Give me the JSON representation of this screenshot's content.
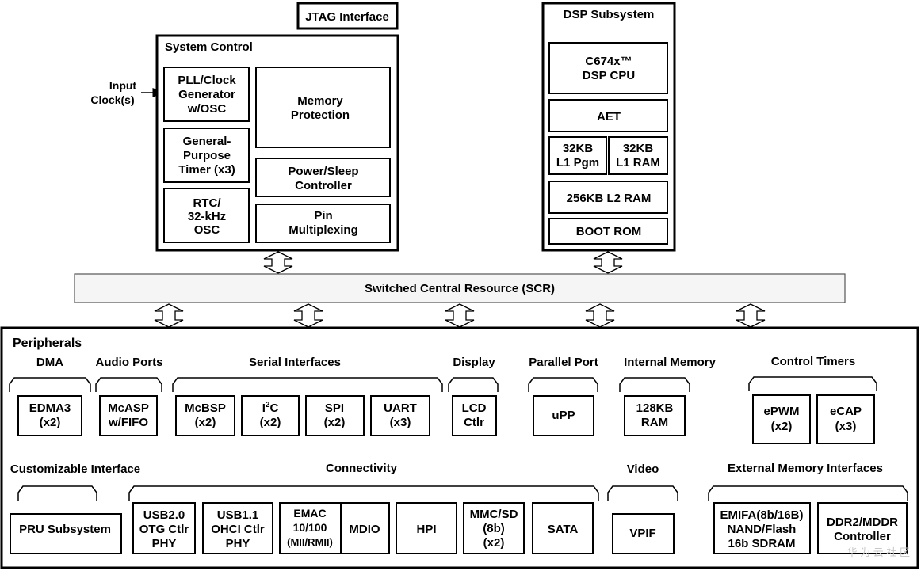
{
  "jtag": "JTAG Interface",
  "input_clock": [
    "Input",
    "Clock(s)"
  ],
  "system_control": {
    "title": "System Control",
    "pll": [
      "PLL/Clock",
      "Generator",
      "w/OSC"
    ],
    "gp_timer": [
      "General-",
      "Purpose",
      "Timer (x3)"
    ],
    "rtc": [
      "RTC/",
      "32-kHz",
      "OSC"
    ],
    "memory_protection": [
      "Memory",
      "Protection"
    ],
    "power_sleep": [
      "Power/Sleep",
      "Controller"
    ],
    "pin_mux": [
      "Pin",
      "Multiplexing"
    ]
  },
  "dsp": {
    "title": "DSP Subsystem",
    "cpu": [
      "C674x™",
      "DSP CPU"
    ],
    "aet": "AET",
    "l1_pgm": [
      "32KB",
      "L1 Pgm"
    ],
    "l1_ram": [
      "32KB",
      "L1 RAM"
    ],
    "l2_ram": "256KB L2 RAM",
    "boot_rom": "BOOT ROM"
  },
  "scr": "Switched Central Resource (SCR)",
  "peripherals": {
    "title": "Peripherals",
    "dma": {
      "label": "DMA",
      "edma": [
        "EDMA3",
        "(x2)"
      ]
    },
    "audio": {
      "label": "Audio Ports",
      "mcasp": [
        "McASP",
        "w/FIFO"
      ]
    },
    "serial": {
      "label": "Serial Interfaces",
      "mcbsp": [
        "McBSP",
        "(x2)"
      ],
      "i2c": {
        "base": "I",
        "sup": "2",
        "rest": "C",
        "count": "(x2)"
      },
      "spi": [
        "SPI",
        "(x2)"
      ],
      "uart": [
        "UART",
        "(x3)"
      ]
    },
    "display": {
      "label": "Display",
      "lcd": [
        "LCD",
        "Ctlr"
      ]
    },
    "parallel": {
      "label": "Parallel Port",
      "upp": "uPP"
    },
    "internal_memory": {
      "label": "Internal Memory",
      "ram": [
        "128KB",
        "RAM"
      ]
    },
    "control_timers": {
      "label": "Control Timers",
      "epwm": [
        "ePWM",
        "(x2)"
      ],
      "ecap": [
        "eCAP",
        "(x3)"
      ]
    },
    "customizable": {
      "label": "Customizable Interface",
      "pru": "PRU Subsystem"
    },
    "connectivity": {
      "label": "Connectivity",
      "usb20": [
        "USB2.0",
        "OTG Ctlr",
        "PHY"
      ],
      "usb11": [
        "USB1.1",
        "OHCI Ctlr",
        "PHY"
      ],
      "emac": [
        "EMAC",
        "10/100",
        "(MII/RMII)"
      ],
      "mdio": "MDIO",
      "hpi": "HPI",
      "mmc": [
        "MMC/SD",
        "(8b)",
        "(x2)"
      ],
      "sata": "SATA"
    },
    "video": {
      "label": "Video",
      "vpif": "VPIF"
    },
    "emif": {
      "label": "External Memory Interfaces",
      "emifa": [
        "EMIFA(8b/16B)",
        "NAND/Flash",
        "16b SDRAM"
      ],
      "ddr": [
        "DDR2/MDDR",
        "Controller"
      ]
    }
  },
  "watermark": "华 为 云 社 区"
}
